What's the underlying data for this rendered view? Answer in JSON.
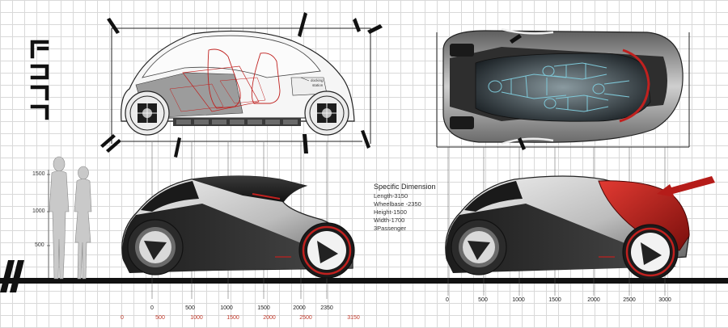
{
  "logo_text": "NULL",
  "specs": {
    "title": "Specific Dimension",
    "lines": [
      "Length-3150",
      "Wheelbase -2350",
      "Height-1500",
      "Width-1700",
      "3Passenger"
    ]
  },
  "height_scale": [
    "1500",
    "1000",
    "500"
  ],
  "side_scale_black": [
    "0",
    "500",
    "1000",
    "1500",
    "2000",
    "2350"
  ],
  "side_scale_red": [
    "0",
    "500",
    "1000",
    "1500",
    "2000",
    "2500",
    "3150"
  ],
  "right_scale": [
    "0",
    "500",
    "1000",
    "1500",
    "2000",
    "2500",
    "3000"
  ],
  "cutaway_label": [
    "docking",
    "station"
  ],
  "badge_text": "NULL",
  "colors": {
    "accent": "#c0211f",
    "body_dark": "#2a2a2a",
    "body_light": "#d8d8d8",
    "grid": "#d9d9d9"
  }
}
